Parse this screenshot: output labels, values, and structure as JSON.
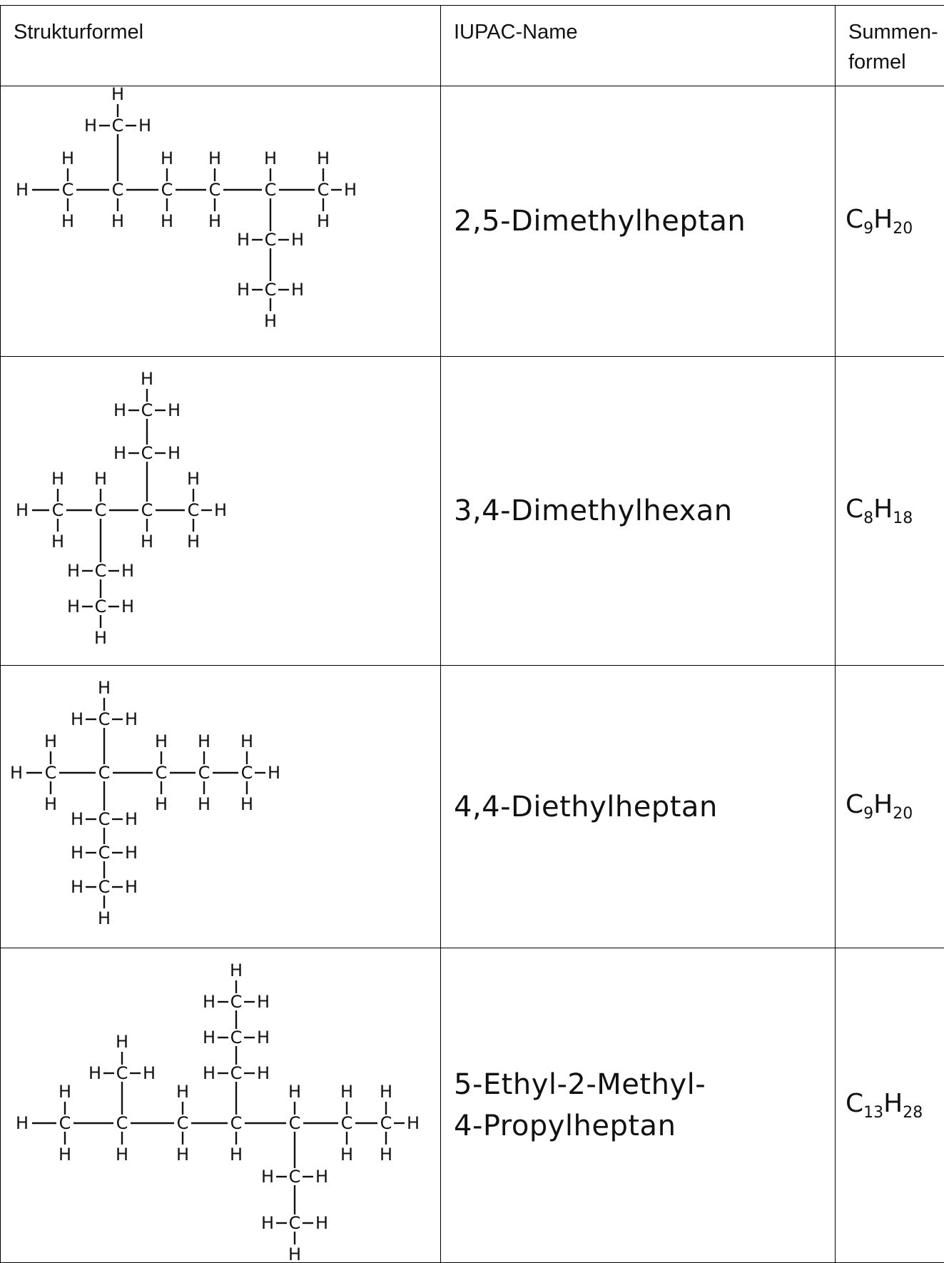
{
  "header": {
    "col1": "Strukturformel",
    "col2": "IUPAC-Name",
    "col3_line1": "Summen-",
    "col3_line2": "formel"
  },
  "rows": [
    {
      "name": "2,5-Dimethylheptan",
      "formula": {
        "C": "C",
        "c_count": "9",
        "H": "H",
        "h_count": "20"
      }
    },
    {
      "name": "3,4-Dimethylhexan",
      "formula": {
        "C": "C",
        "c_count": "8",
        "H": "H",
        "h_count": "18"
      }
    },
    {
      "name": "4,4-Diethylheptan",
      "formula": {
        "C": "C",
        "c_count": "9",
        "H": "H",
        "h_count": "20"
      }
    },
    {
      "name_line1": "5-Ethyl-2-Methyl-",
      "name_line2": "4-Propylheptan",
      "formula": {
        "C": "C",
        "c_count": "13",
        "H": "H",
        "h_count": "28"
      }
    }
  ],
  "atoms": {
    "C": "C",
    "H": "H"
  }
}
